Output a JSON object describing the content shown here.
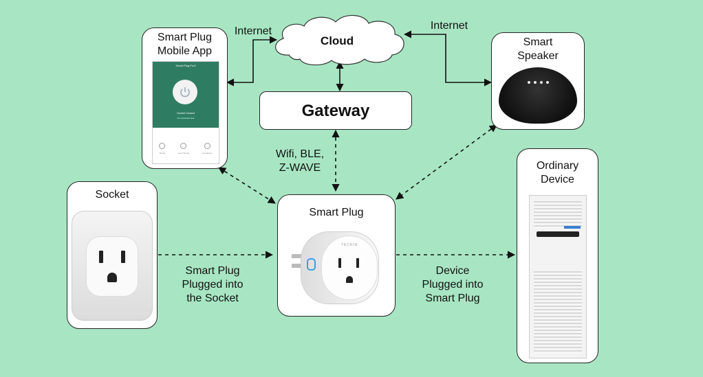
{
  "nodes": {
    "cloud": "Cloud",
    "gateway": "Gateway",
    "app": "Smart Plug\nMobile App",
    "speaker": "Smart\nSpeaker",
    "socket": "Socket",
    "smart_plug": "Smart Plug",
    "device": "Ordinary\nDevice"
  },
  "app_screen": {
    "header": "Smart Plug Pro2",
    "status": "Socket Closed",
    "sub": "No scheduled task",
    "tabs": [
      "Timing",
      "Loop Timing",
      "Countdown"
    ]
  },
  "plug_brand": "TECKIN",
  "edges": {
    "internet_left": "Internet",
    "internet_right": "Internet",
    "radio": "Wifi, BLE,\nZ-WAVE",
    "socket_plug": "Smart Plug\nPlugged into\nthe Socket",
    "plug_device": "Device\nPlugged into\nSmart Plug"
  },
  "colors": {
    "background": "#a8e6c3",
    "app_green": "#2e7d63",
    "ink": "#111111"
  }
}
